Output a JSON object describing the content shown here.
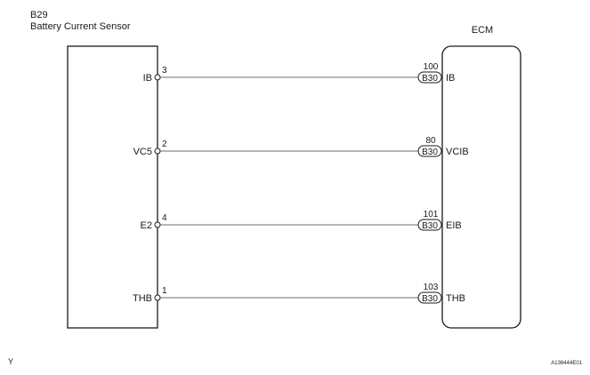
{
  "sensor": {
    "code": "B29",
    "name": "Battery Current Sensor"
  },
  "ecm": {
    "label": "ECM"
  },
  "connections": [
    {
      "signal": "IB",
      "sensor_pin": "3",
      "ecm_pin": "100",
      "connector": "B30",
      "ecm_signal": "IB"
    },
    {
      "signal": "VC5",
      "sensor_pin": "2",
      "ecm_pin": "80",
      "connector": "B30",
      "ecm_signal": "VCIB"
    },
    {
      "signal": "E2",
      "sensor_pin": "4",
      "ecm_pin": "101",
      "connector": "B30",
      "ecm_signal": "EIB"
    },
    {
      "signal": "THB",
      "sensor_pin": "1",
      "ecm_pin": "103",
      "connector": "B30",
      "ecm_signal": "THB"
    }
  ],
  "footer": {
    "left_mark": "Y",
    "figure_code": "A136444E01"
  }
}
